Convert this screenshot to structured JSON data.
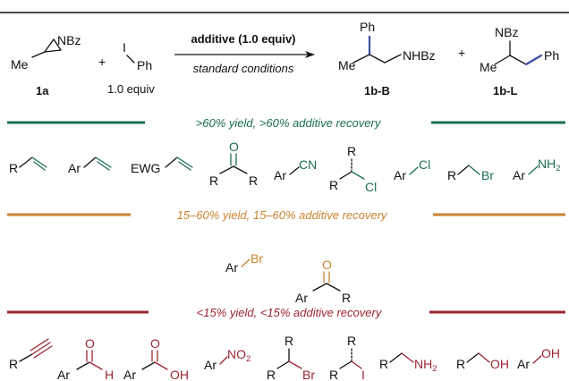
{
  "colors": {
    "green": "#1b6f4f",
    "orange": "#c8832f",
    "red": "#9b2530",
    "blue": "#3b4ea3",
    "ink": "#111111"
  },
  "reaction": {
    "reactant1": {
      "substituent": "NBz",
      "methyl": "Me",
      "label": "1a"
    },
    "plus1": "+",
    "reactant2": {
      "atom": "I",
      "group": "Ph",
      "note": "1.0 equiv"
    },
    "arrow_above": "additive (1.0 equiv)",
    "arrow_below": "standard conditions",
    "product_b": {
      "phenyl": "Ph",
      "amide": "NHBz",
      "methyl": "Me",
      "label": "1b-B"
    },
    "plus2": "+",
    "product_l": {
      "amide": "NBz",
      "methyl": "Me",
      "phenyl": "Ph",
      "label": "1b-L"
    },
    "amide_prefix": "NH",
    "amide_suffix": "Bz"
  },
  "tiers": {
    "high": {
      "label": ">60% yield, >60% additive recovery"
    },
    "mid": {
      "label": "15–60% yield, 15–60% additive recovery"
    },
    "low": {
      "label": "<15% yield, <15% additive recovery"
    }
  },
  "labels": {
    "R": "R",
    "Ar": "Ar",
    "EWG": "EWG",
    "O": "O",
    "CN": "CN",
    "Cl": "Cl",
    "Br": "Br",
    "I": "I",
    "H": "H",
    "OH": "OH",
    "NH": "NH",
    "NO": "NO",
    "sub2": "2"
  }
}
